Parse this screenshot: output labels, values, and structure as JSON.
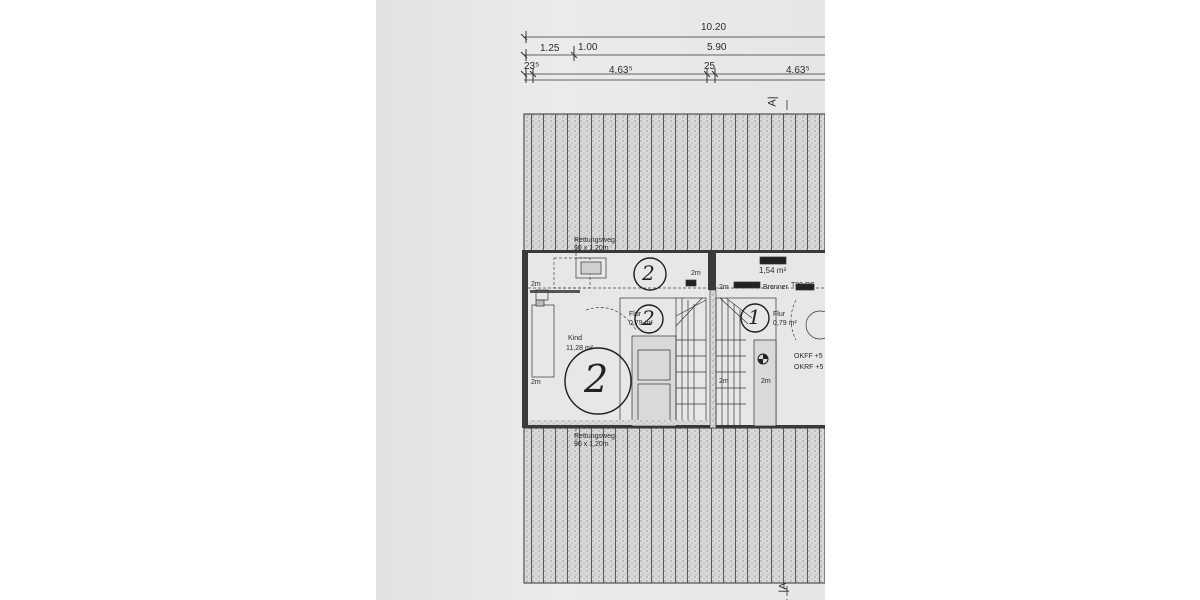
{
  "dimensions": {
    "overall": "10.20",
    "row2": [
      "1.25",
      "1.00",
      "5.90"
    ],
    "row3": [
      "23⁵",
      "4.63⁵",
      "25",
      "4.63⁵"
    ]
  },
  "section_markers": {
    "top": "A|",
    "bottom": "|A"
  },
  "rooms": {
    "escape_route_top": {
      "label": "Rettungsweg",
      "size": "90 x 1,20m"
    },
    "escape_route_bottom": {
      "label": "Rettungsweg",
      "size": "90 x 1,20m"
    },
    "storage_area": "1,54 m²",
    "brenner": "Brenner",
    "t30": "T30 RS",
    "flur_left": {
      "name": "Flur",
      "area": "0,79 m²"
    },
    "flur_right": {
      "name": "Flur",
      "area": "0,79 m²"
    },
    "kind": {
      "name": "Kind",
      "area": "11,28 m²"
    },
    "okff": "OKFF +5",
    "okrf": "OKRF +5",
    "height_tags": [
      "2m",
      "2m",
      "2m",
      "2m",
      "2m",
      "2m"
    ]
  },
  "handwritten": [
    "2",
    "2",
    "1",
    "2"
  ],
  "colors": {
    "paper": "#e6e6e4",
    "ink": "#2a2a2a",
    "background": "#ffffff"
  }
}
